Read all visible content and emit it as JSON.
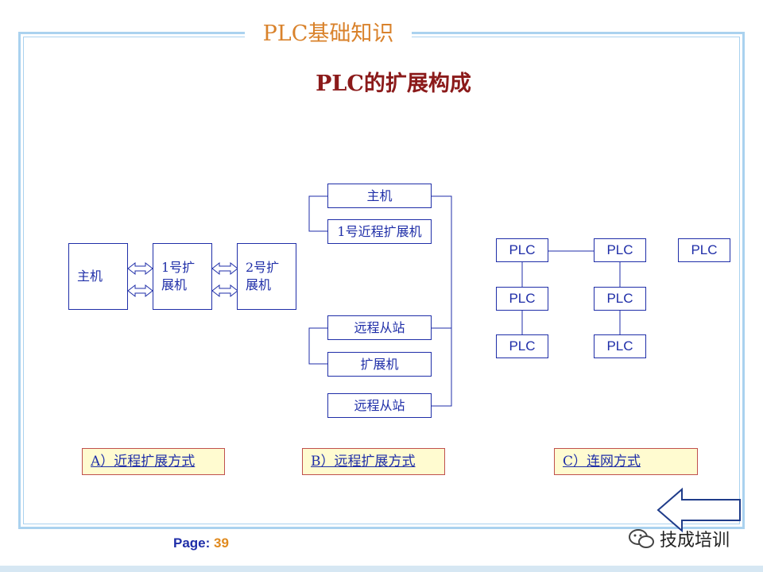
{
  "header": {
    "title": "PLC基础知识"
  },
  "slide": {
    "title": "PLC的扩展构成"
  },
  "diagram_a": {
    "host": "主机",
    "ext1": "1号扩\n展机",
    "ext2": "2号扩\n展机",
    "caption": "A）近程扩展方式"
  },
  "diagram_b": {
    "host": "主机",
    "ext_near": "1号近程扩展机",
    "remote1": "远程从站",
    "ext": "扩展机",
    "remote2": "远程从站",
    "caption": "B）远程扩展方式"
  },
  "diagram_c": {
    "plc_label": "PLC",
    "caption": "C）连网方式"
  },
  "footer": {
    "page_label": "Page: ",
    "page_number": "39",
    "watermark": "技成培训"
  },
  "colors": {
    "frame": "#aad2ef",
    "header_text": "#d9822b",
    "title_text": "#8b1a1a",
    "diagram_blue": "#1f2ea8",
    "caption_fill": "#fffbd0",
    "caption_border": "#c0504d"
  },
  "icons": {
    "nav": "left-arrow-icon",
    "watermark": "wechat-icon"
  }
}
